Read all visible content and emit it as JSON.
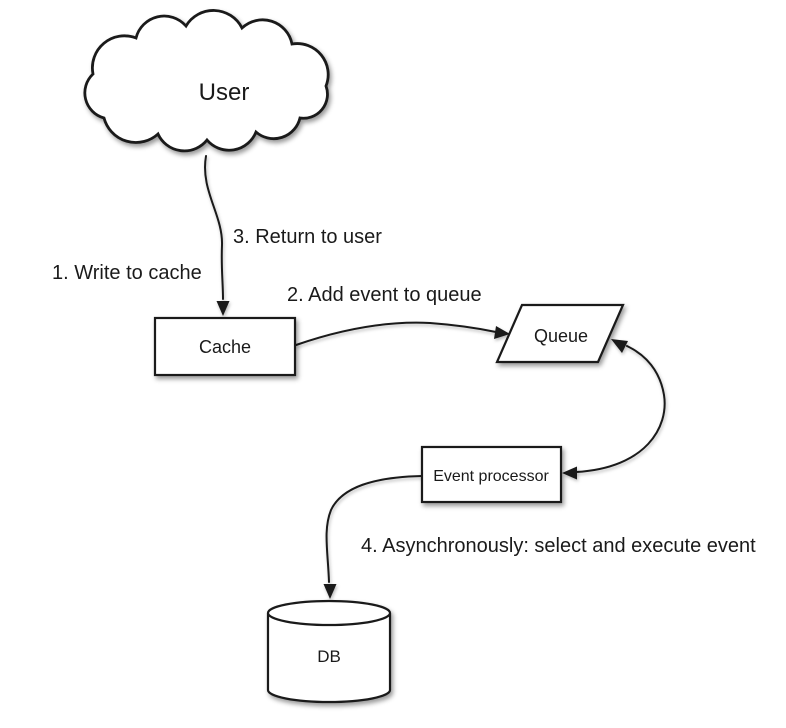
{
  "diagram": {
    "kind": "flow-diagram",
    "colors": {
      "background": "#ffffff",
      "stroke": "#1a1a1a",
      "shape_fill": "#ffffff",
      "text": "#1a1a1a"
    },
    "nodes": {
      "user": {
        "label": "User",
        "shape": "cloud"
      },
      "cache": {
        "label": "Cache",
        "shape": "rectangle"
      },
      "queue": {
        "label": "Queue",
        "shape": "parallelogram"
      },
      "event_processor": {
        "label": "Event processor",
        "shape": "rectangle"
      },
      "db": {
        "label": "DB",
        "shape": "cylinder"
      }
    },
    "edges": [
      {
        "id": "user-to-cache",
        "from": "user",
        "to": "cache",
        "label": "1. Write to cache"
      },
      {
        "id": "cache-to-queue",
        "from": "cache",
        "to": "queue",
        "label": "2. Add event to queue"
      },
      {
        "id": "cache-to-user",
        "from": "cache",
        "to": "user",
        "label": "3. Return to user"
      },
      {
        "id": "queue-event-processor",
        "from": "queue",
        "to": "event_processor",
        "bidirectional": true
      },
      {
        "id": "event-processor-to-db",
        "from": "event_processor",
        "to": "db",
        "label": "4. Asynchronously: select and execute event"
      }
    ]
  }
}
